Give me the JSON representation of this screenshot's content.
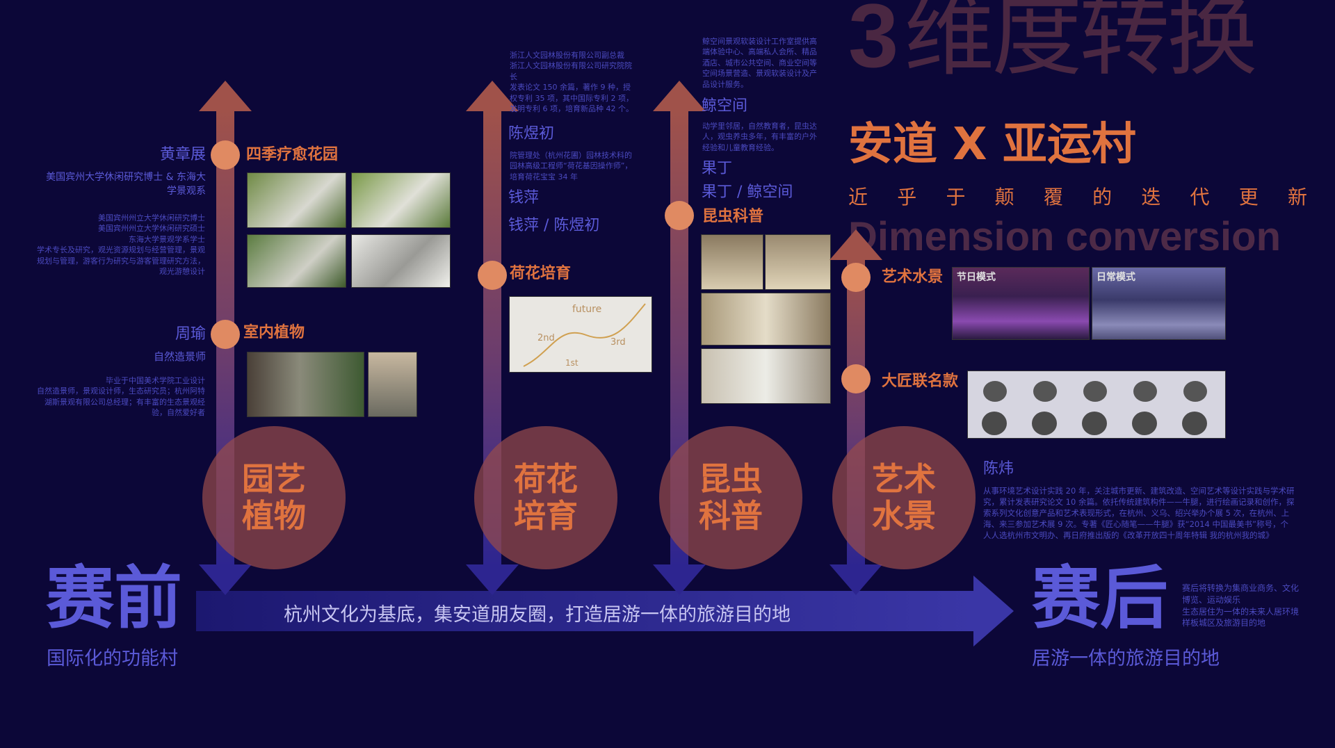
{
  "header": {
    "bg_number": "3",
    "bg_title": "维度转换",
    "bg_english": "Dimension conversion",
    "title": "安道 X 亚运村",
    "subtitle_chars": [
      "近",
      "乎",
      "于",
      "颠",
      "覆",
      "的",
      "迭",
      "代",
      "更",
      "新"
    ]
  },
  "columns": [
    {
      "circle": [
        "园艺",
        "植物"
      ],
      "topics": [
        "四季疗愈花园",
        "室内植物"
      ],
      "people": [
        {
          "name": "黄章展",
          "title": "美国宾州大学休闲研究博士 & 东海大学景观系",
          "bio": [
            "美国宾州州立大学休闲研究博士",
            "美国宾州州立大学休闲研究硕士",
            "东海大学景观学系学士",
            "学术专长及研究，观光资源规划与经营管理，景观规划与管理，游客行为研究与游客管理研究方法，观光游憩设计"
          ]
        },
        {
          "name": "周瑜",
          "title": "自然造景师",
          "bio": [
            "毕业于中国美术学院工业设计",
            "自然造景师，景观设计师，生态研究员；杭州阿特湖斯景观有限公司总经理；有丰富的生态景观经验，自然爱好者"
          ]
        }
      ]
    },
    {
      "circle": [
        "荷花",
        "培育"
      ],
      "topics": [
        "荷花培育"
      ],
      "bio1": [
        "浙江人文园林股份有限公司副总裁",
        "浙江人文园林股份有限公司研究院院长",
        "发表论文 150 余篇，著作 9 种，授权专利 35 项，其中国际专利 2 项，发明专利 6 项，培育新品种 42 个。"
      ],
      "name1": "陈煜初",
      "bio2": [
        "院管理处（杭州花圃）园林技术科的园林高级工程师“荷花基因操作师”，培育荷花宝宝 34 年"
      ],
      "name2": "钱萍",
      "names": "钱萍 / 陈煜初",
      "map_labels": [
        "future",
        "2nd",
        "3rd",
        "1st"
      ]
    },
    {
      "circle": [
        "昆虫",
        "科普"
      ],
      "topics": [
        "昆虫科普"
      ],
      "bio1": [
        "鲸空间景观软装设计工作室提供高端体验中心、高端私人会所、精品酒店、城市公共空间、商业空间等空间场景营造、景观软装设计及产品设计服务。"
      ],
      "name1": "鲸空间",
      "bio2": [
        "动学里邻居，自然教育者，昆虫达人，观虫养虫多年，有丰富的户外经验和儿童教育经验。"
      ],
      "name2": "果丁",
      "names": "果丁 / 鲸空间"
    },
    {
      "circle": [
        "艺术",
        "水景"
      ],
      "topics": [
        "艺术水景",
        "大匠联名款"
      ],
      "image_labels": [
        "节日模式",
        "日常模式"
      ],
      "name": "陈炜",
      "bio": "从事环境艺术设计实践 20 年，关注城市更新、建筑改造、空间艺术等设计实践与学术研究，累计发表研究论文 10 余篇。依托传统建筑构件——牛腿，进行绘画记录和创作，探索系列文化创意产品和艺术表现形式，在杭州、义乌、绍兴举办个展 5 次，在杭州、上海、来三参加艺术展 9 次。专著《匠心随笔——牛腿》获“2014 中国最美书”称号，个人人选杭州市文明办、再日府推出版的《改革开放四十周年特辑 我的杭州我的城》"
    }
  ],
  "timeline": {
    "start": "赛前",
    "start_sub": "国际化的功能村",
    "arrow_text": "杭州文化为基底，集安道朋友圈，打造居游一体的旅游目的地",
    "end": "赛后",
    "end_sub": "居游一体的旅游目的地",
    "end_note": [
      "赛后将转换为集商业商务、文化博览、运动娱乐",
      "生态居住为一体的未来人居环境样板城区及旅游目的地"
    ]
  }
}
